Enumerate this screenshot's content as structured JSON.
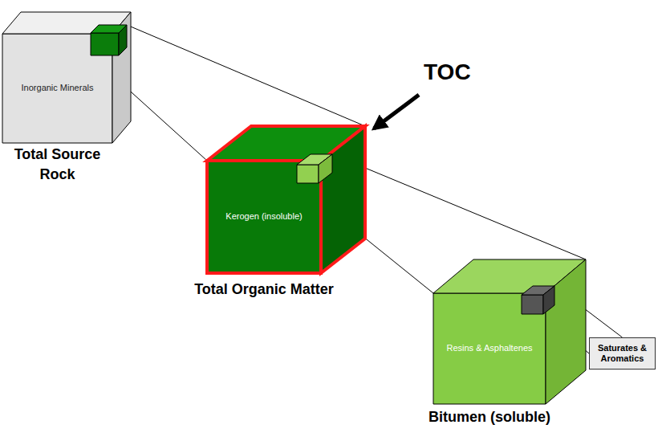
{
  "diagram": {
    "nodes": [
      {
        "text": [
          "Inorganic Minerals",
          "Total Source Rock"
        ]
      },
      {
        "text": [
          "Kerogen (insoluble)",
          "Total Organic Matter"
        ]
      },
      {
        "text": [
          "Resins & Asphaltenes",
          "Bitumen (soluble)"
        ]
      },
      {
        "text": [
          "Saturates & Aromatics"
        ]
      }
    ],
    "edges": [
      {
        "from": 0,
        "to": 1,
        "arrow": "none"
      },
      {
        "from": 1,
        "to": 2,
        "arrow": "none"
      },
      {
        "from": 2,
        "to": 3,
        "arrow": "none"
      }
    ],
    "labels": [
      "TOC"
    ]
  }
}
